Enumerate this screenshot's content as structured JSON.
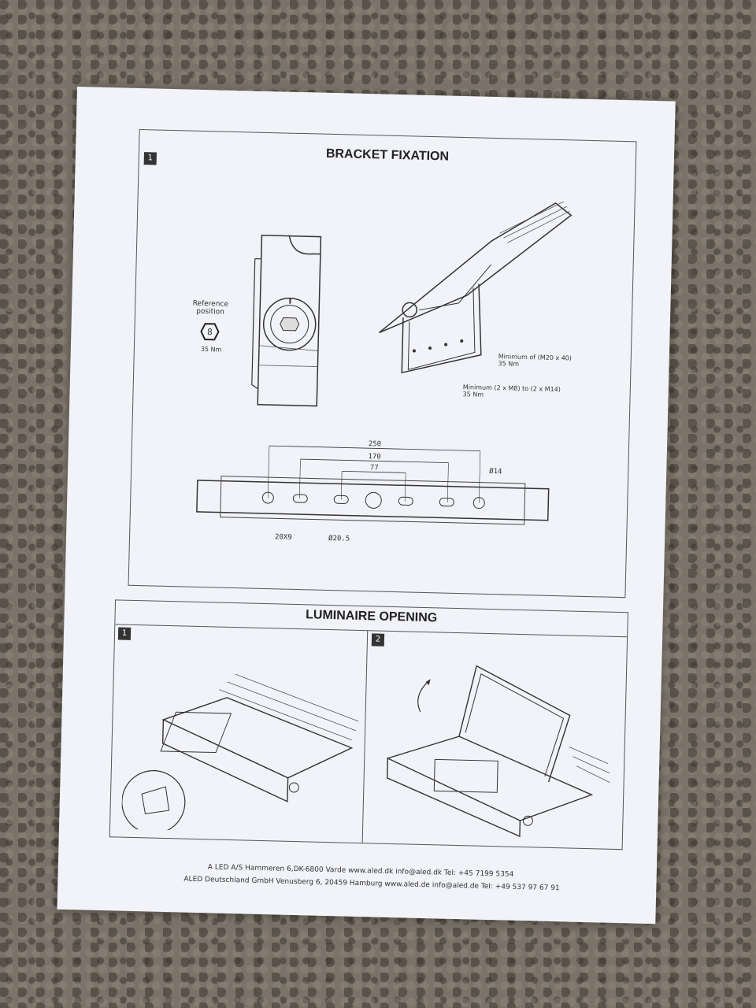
{
  "bracket_section": {
    "title": "BRACKET FIXATION",
    "step": "1",
    "reference_line1": "Reference",
    "reference_line2": "position",
    "reference_number": "8",
    "reference_torque": "35 Nm",
    "note1_line1": "Minimum of (M20 x 40)",
    "note1_line2": "35 Nm",
    "note2_line1": "Minimum (2 x M8) to (2 x M14)",
    "note2_line2": "35 Nm",
    "dimensions": {
      "d250": "250",
      "d170": "170",
      "d77": "77",
      "dia14": "Ø14",
      "slot": "20X9",
      "dia20": "Ø20.5"
    }
  },
  "opening_section": {
    "title": "LUMINAIRE OPENING",
    "step1": "1",
    "step2": "2"
  },
  "footer": {
    "line1": "A LED A/S   Hammeren 6,DK-6800 Varde   www.aled.dk   info@aled.dk   Tel: +45 7199 5354",
    "line2": "ALED Deutschland GmbH   Venusberg 6, 20459 Hamburg   www.aled.de   info@aled.de   Tel: +49 537 97 67 91"
  }
}
